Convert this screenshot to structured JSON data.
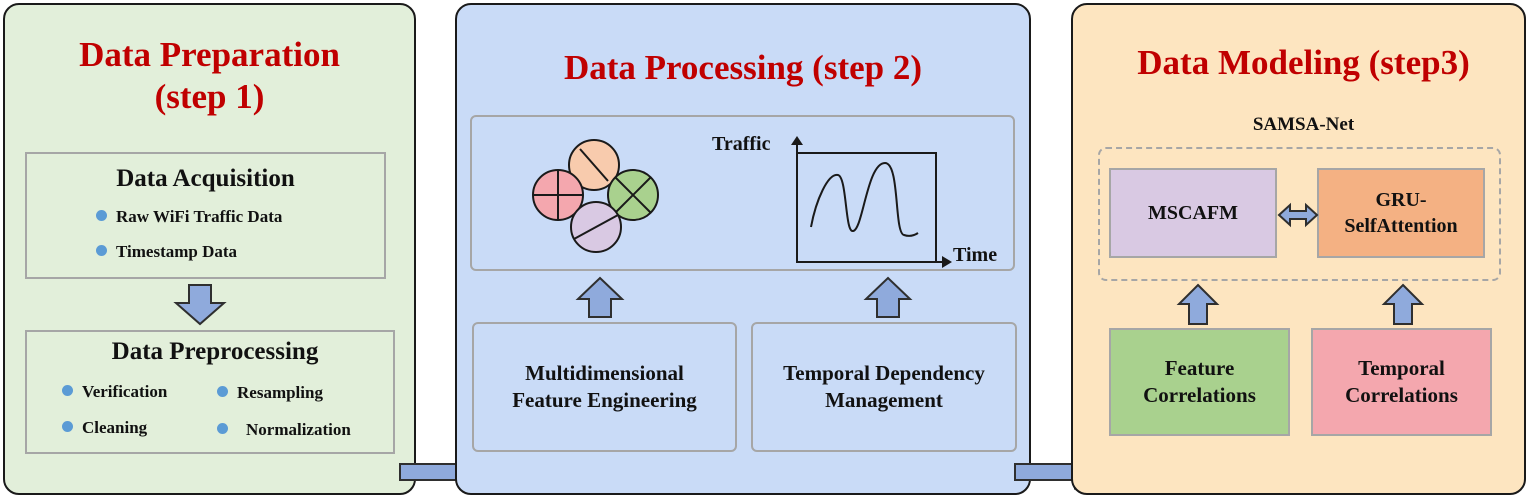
{
  "step1": {
    "title_line1": "Data Preparation",
    "title_line2": "(step 1)",
    "acquisition": {
      "title": "Data Acquisition",
      "items": [
        "Raw WiFi Traffic Data",
        "Timestamp Data"
      ]
    },
    "preprocessing": {
      "title": "Data Preprocessing",
      "items": [
        "Verification",
        "Resampling",
        "Cleaning",
        "Normalization"
      ]
    }
  },
  "step2": {
    "title": "Data Processing (step 2)",
    "plot": {
      "ylabel": "Traffic",
      "xlabel": "Time"
    },
    "feature_box": {
      "line1": "Multidimensional",
      "line2": "Feature Engineering"
    },
    "temporal_box": {
      "line1": "Temporal Dependency",
      "line2": "Management"
    }
  },
  "step3": {
    "title": "Data Modeling (step3)",
    "network_label": "SAMSA-Net",
    "mscafm": "MSCAFM",
    "gru_line1": "GRU-",
    "gru_line2": "SelfAttention",
    "feature_corr": {
      "line1": "Feature",
      "line2": "Correlations"
    },
    "temporal_corr": {
      "line1": "Temporal",
      "line2": "Correlations"
    }
  },
  "colors": {
    "title_red": "#c00000",
    "step1_bg": "#e2efda",
    "step2_bg": "#c9dbf7",
    "step3_bg": "#fde5c0",
    "arrow_fill": "#8faadc",
    "arrow_stroke": "#2f2f2f",
    "mscafm_bg": "#d9c9e3",
    "gru_bg": "#f4b183",
    "feature_corr_bg": "#a9d18e",
    "temporal_corr_bg": "#f4a7ae"
  }
}
